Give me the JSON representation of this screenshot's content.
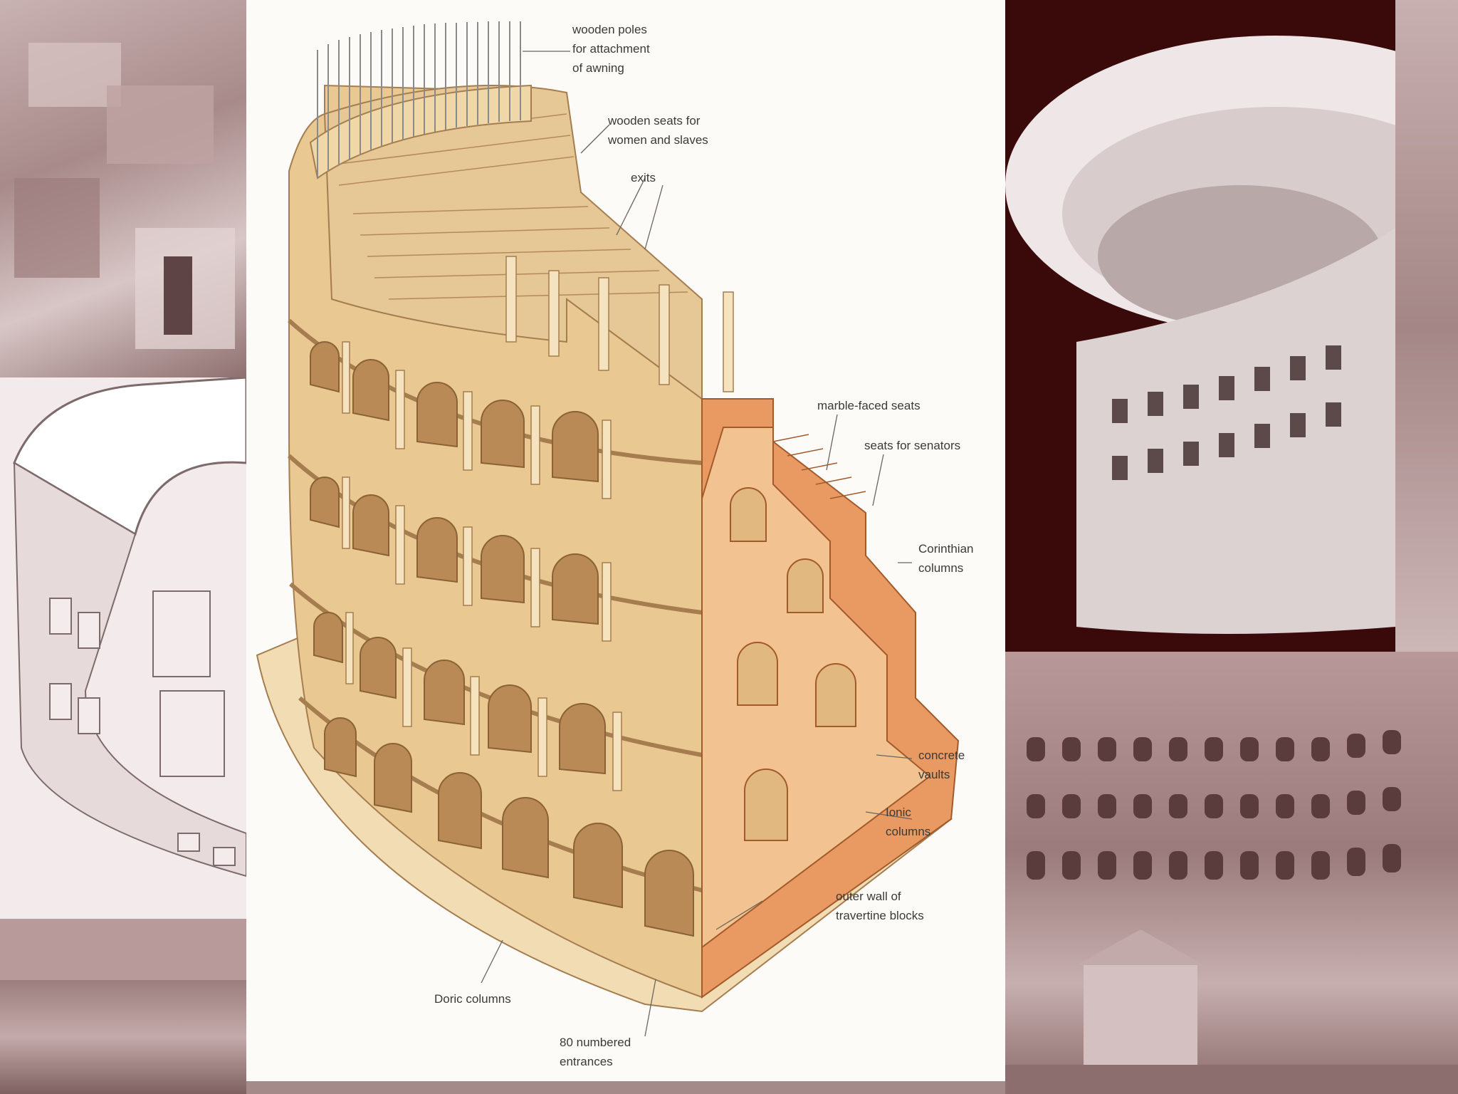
{
  "labels": {
    "wooden_poles": [
      "wooden poles",
      "for attachment",
      "of awning"
    ],
    "wooden_seats": [
      "wooden seats for",
      "women and slaves"
    ],
    "exits": [
      "exits"
    ],
    "marble_seats": [
      "marble-faced seats"
    ],
    "senator_seats": [
      "seats for senators"
    ],
    "corinthian": [
      "Corinthian",
      "columns"
    ],
    "concrete_vaults": [
      "concrete",
      "vaults"
    ],
    "ionic": [
      "Ionic",
      "columns"
    ],
    "outer_wall": [
      "outer wall of",
      "travertine blocks"
    ],
    "doric": [
      "Doric columns"
    ],
    "entrances": [
      "80 numbered",
      "entrances"
    ]
  },
  "colors": {
    "stone_light": "#f2dcb4",
    "stone_mid": "#e0b880",
    "stone_dark": "#b98a55",
    "cut_section": "#e89a62",
    "background_red": "#3a0a0a",
    "sepia": "#b89a9a"
  }
}
